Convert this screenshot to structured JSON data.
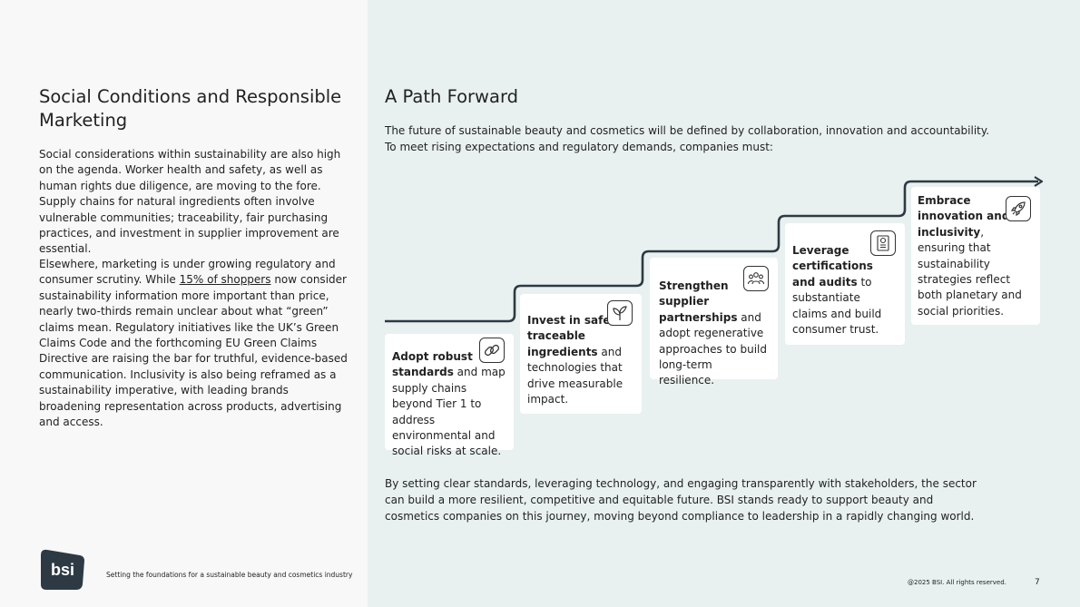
{
  "left": {
    "title": "Social Conditions and Responsible Marketing",
    "p1": "Social considerations within sustainability are also high on the agenda. Worker health and safety, as well as human rights due diligence, are moving to the fore. Supply chains for natural ingredients often involve vulnerable communities; traceability, fair purchasing practices, and investment in supplier improvement are essential.",
    "p2_before": "Elsewhere, marketing is under growing regulatory and consumer scrutiny. While ",
    "p2_link": "15% of shoppers",
    "p2_after": " now consider sustainability information more important than price, nearly two-thirds remain unclear about what “green” claims mean. Regulatory initiatives like the UK’s Green Claims Code and the forthcoming EU Green Claims Directive are raising the bar for truthful, evidence-based communication. Inclusivity is also being reframed as a sustainability imperative, with leading brands broadening representation across products, advertising and access."
  },
  "right": {
    "title": "A Path Forward",
    "intro": "The future of sustainable beauty and cosmetics will be defined by collaboration, innovation and accountability. To meet rising expectations and regulatory demands, companies must:",
    "steps": [
      {
        "bold": "Adopt robust standards",
        "text": " and map supply chains beyond Tier 1 to address environmental and social risks at scale.",
        "icon": "link-icon"
      },
      {
        "bold": "Invest in safer, traceable ingredients",
        "text": " and technologies that drive measurable impact.",
        "icon": "plant-icon"
      },
      {
        "bold": "Strengthen supplier partnerships",
        "text": " and adopt regenerative approaches to build long-term resilience.",
        "icon": "people-icon"
      },
      {
        "bold": "Leverage certifications and audits",
        "text": " to substantiate claims and build consumer trust.",
        "icon": "certificate-icon"
      },
      {
        "bold": "Embrace innovation and inclusivity",
        "text": ", ensuring that sustainability strategies reflect both planetary and social priorities.",
        "icon": "rocket-icon"
      }
    ],
    "outro": "By setting clear standards, leveraging technology, and engaging transparently with stakeholders, the sector can build a more resilient, competitive and equitable future. BSI stands ready to support beauty and cosmetics companies on this journey, moving beyond compliance to leadership in a rapidly changing world."
  },
  "footer": {
    "logo_text": "bsi",
    "tagline": "Setting the foundations for a sustainable beauty and cosmetics industry",
    "copyright": "@2025 BSI. All rights reserved.",
    "page": "7"
  },
  "colors": {
    "accent_dark": "#2d3a44",
    "right_bg": "#e9f1f0",
    "left_bg": "#f8f8f8"
  }
}
